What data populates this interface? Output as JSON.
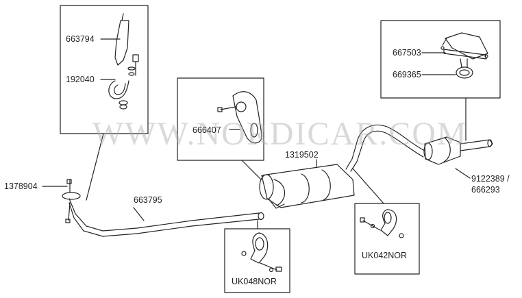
{
  "watermark": "WWW.NORDICAR.COM",
  "labels": {
    "p663794": "663794",
    "p192040": "192040",
    "p666407": "666407",
    "p1319502": "1319502",
    "p667503": "667503",
    "p669365": "669365",
    "p1378904": "1378904",
    "p663795": "663795",
    "p9122389": "9122389 /",
    "p666293": "666293",
    "pUK042": "UK042NOR",
    "pUK048": "UK048NOR"
  }
}
